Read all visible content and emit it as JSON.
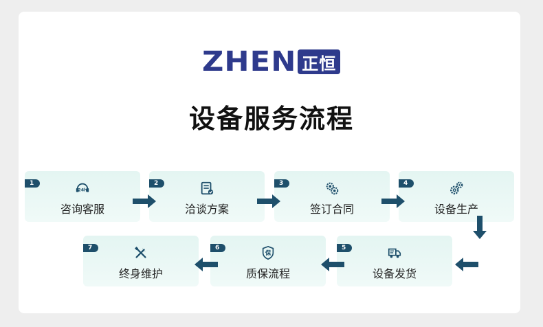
{
  "logo": {
    "text": "ZHEN",
    "badge": "正恒"
  },
  "title": "设备服务流程",
  "colors": {
    "accent": "#1e4f6b",
    "brand": "#2e3a8c",
    "box": "#e4f5f2"
  },
  "steps": [
    {
      "num": "1",
      "label": "咨询客服",
      "icon": "headset-24h-icon"
    },
    {
      "num": "2",
      "label": "洽谈方案",
      "icon": "document-check-icon"
    },
    {
      "num": "3",
      "label": "签订合同",
      "icon": "gears-icon"
    },
    {
      "num": "4",
      "label": "设备生产",
      "icon": "cogs-icon"
    },
    {
      "num": "5",
      "label": "设备发货",
      "icon": "truck-icon"
    },
    {
      "num": "6",
      "label": "质保流程",
      "icon": "shield-bao-icon"
    },
    {
      "num": "7",
      "label": "终身维护",
      "icon": "tools-icon"
    }
  ]
}
